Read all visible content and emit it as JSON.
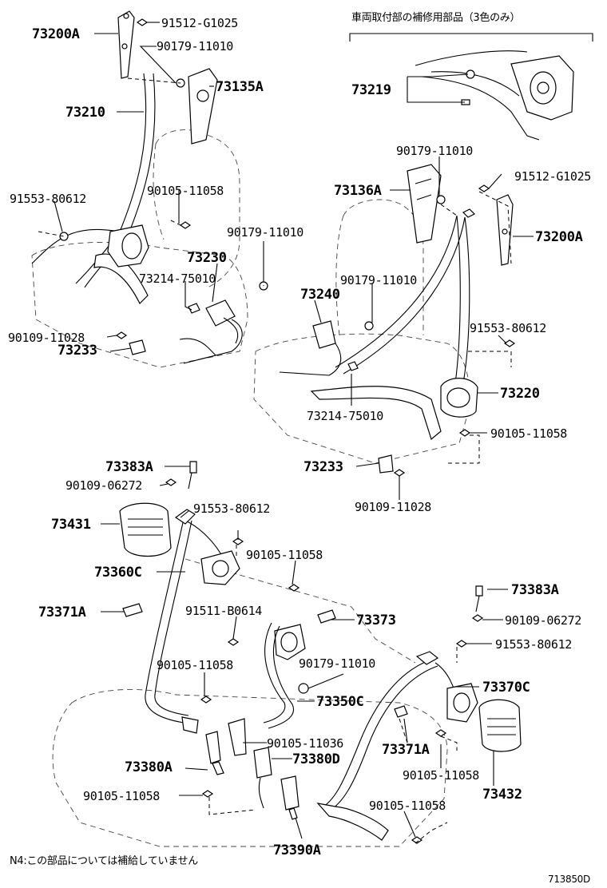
{
  "header": {
    "repair_note": "車両取付部の補修用部品（3色のみ）"
  },
  "footer": {
    "note": "N4:この部品については補給していません",
    "diagram_ref": "713850D"
  },
  "labels": {
    "p73200A_top": "73200A",
    "p91512_top": "91512-G1025",
    "p90179_top": "90179-11010",
    "p73135A": "73135A",
    "p73210": "73210",
    "p73219": "73219",
    "p90105_a": "90105-11058",
    "p91553_left": "91553-80612",
    "p90179_mid": "90179-11010",
    "p73230": "73230",
    "p73214_left": "73214-75010",
    "p90109_left": "90109-11028",
    "p73233_left": "73233",
    "p90179_r1": "90179-11010",
    "p91512_right": "91512-G1025",
    "p73136A": "73136A",
    "p73200A_right": "73200A",
    "p90179_r2": "90179-11010",
    "p73240": "73240",
    "p91553_right": "91553-80612",
    "p73220": "73220",
    "p73214_right": "73214-75010",
    "p90105_right": "90105-11058",
    "p73233_right": "73233",
    "p90109_right": "90109-11028",
    "p73383A_left": "73383A",
    "p90109_06272_left": "90109-06272",
    "p73431": "73431",
    "p91553_rear": "91553-80612",
    "p90105_rear1": "90105-11058",
    "p73360C": "73360C",
    "p73371A_left": "73371A",
    "p91511": "91511-B0614",
    "p73373": "73373",
    "p73383A_right": "73383A",
    "p90109_06272_right": "90109-06272",
    "p91553_rear_right": "91553-80612",
    "p90105_rear2": "90105-11058",
    "p90179_rear": "90179-11010",
    "p73370C": "73370C",
    "p73350C": "73350C",
    "p90105_11036": "90105-11036",
    "p73371A_right": "73371A",
    "p73380A": "73380A",
    "p73380D": "73380D",
    "p90105_rear3": "90105-11058",
    "p73432": "73432",
    "p90105_rear4": "90105-11058",
    "p90105_rear5": "90105-11058",
    "p73390A": "73390A"
  }
}
